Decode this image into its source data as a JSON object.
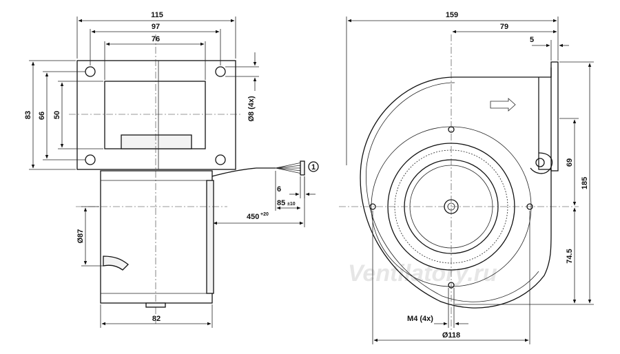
{
  "side_view": {
    "dims": {
      "width_115": "115",
      "width_97": "97",
      "width_76": "76",
      "height_83": "83",
      "height_66": "66",
      "height_50": "50",
      "hole_dia": "Ø8 (4x)",
      "motor_dia": "Ø87",
      "motor_width": "82",
      "wire_strip": "6",
      "wire_end": "85",
      "wire_end_tol": "±10",
      "cable_len": "450",
      "cable_len_tol": "+20"
    },
    "callout": "1"
  },
  "front_view": {
    "dims": {
      "width_159": "159",
      "offset_79": "79",
      "flange_5": "5",
      "height_185": "185",
      "height_69": "69",
      "height_74_5": "74.5",
      "mount_thread": "M4 (4x)",
      "mount_dia": "Ø118"
    }
  },
  "watermark": "Ventilatory.ru",
  "colors": {
    "line": "#111111",
    "body_fill": "#f3f3f3",
    "watermark": "#e6e6e6"
  }
}
